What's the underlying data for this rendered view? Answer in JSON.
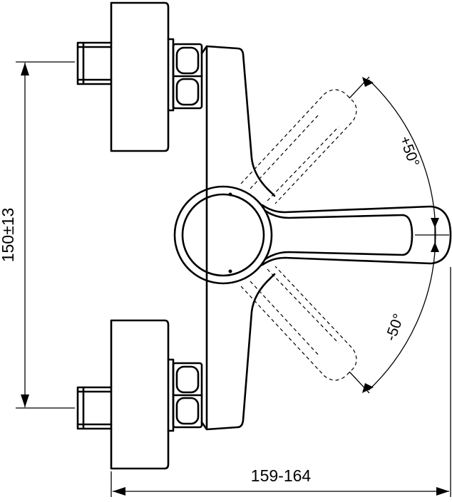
{
  "dimensions": {
    "vertical_label": "150±13",
    "horizontal_label": "159-164",
    "upper_angle_label": "+50°",
    "lower_angle_label": "-50°"
  },
  "colors": {
    "stroke": "#000000",
    "background": "#ffffff"
  }
}
